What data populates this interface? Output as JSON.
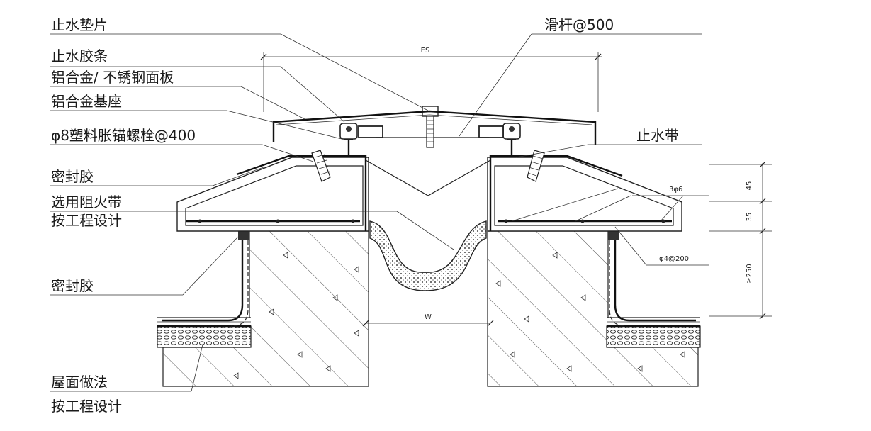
{
  "labels": {
    "water_gasket": "止水垫片",
    "water_strip": "止水胶条",
    "cover_panel": "铝合金/ 不锈钢面板",
    "alu_base": "铝合金基座",
    "anchor_bolt": "φ8塑料胀锚螺栓@400",
    "sealant_top": "密封胶",
    "fire_belt_line1": "选用阻火带",
    "fire_belt_line2": "按工程设计",
    "sealant_bottom": "密封胶",
    "roof_line1": "屋面做法",
    "roof_line2": "按工程设计",
    "slide_bar": "滑杆@500",
    "waterstop_band": "止水带"
  },
  "dims": {
    "es": "ES",
    "w": "W",
    "d45": "45",
    "d35": "35",
    "d250": "≥250",
    "rebar1": "3φ6",
    "rebar2": "φ4@200"
  },
  "colors": {
    "line": "#222222",
    "hatch": "#555555",
    "infill": "#d8d8d8"
  }
}
